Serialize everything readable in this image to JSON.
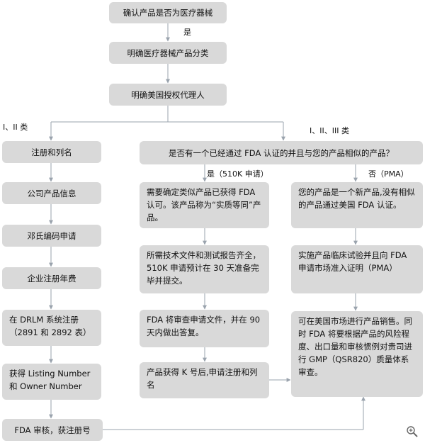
{
  "nodes": {
    "is_device": "确认产品是否为医疗器械",
    "classify": "明确医疗器械产品分类",
    "agent": "明确美国授权代理人",
    "register_list": "注册和列名",
    "question": "是否有一个已经通过 FDA 认证的并且与您的产品相似的产品？",
    "company_info": "公司产品信息",
    "duns": "邓氏编码申请",
    "annual_fee": "企业注册年费",
    "drlm": "在 DRLM 系统注册（2891 和 2892 表）",
    "listing": "获得 Listing Number 和 Owner Number",
    "fda_review": "FDA 审核，获注册号",
    "equiv": "需要确定类似产品已获得 FDA 认可。该产品称为“实质等同”产品。",
    "docs": "所需技术文件和测试报告齐全，510K 申请预计在 30 天准备完毕并提交。",
    "fda_90": "FDA 将审查申请文件，并在 90 天内做出答复。",
    "k_number": "产品获得 K 号后,申请注册和列名",
    "new_product": "您的产品是一个新产品,没有相似的产品通过美国 FDA 认证。",
    "clinical": "实施产品临床试验并且向 FDA 申请市场准入证明（PMA）",
    "market": "可在美国市场进行产品销售。同时 FDA 将要根据产品的风险程度、出口量和审核惯例对贵司进行 GMP（QSR820）质量体系审查。"
  },
  "labels": {
    "yes": "是",
    "class_1_2": "I、II 类",
    "class_1_2_3": "I、II、III 类",
    "yes_510k": "是（510K 申请）",
    "no_pma": "否（PMA）"
  },
  "colors": {
    "box": "#d9d9d9",
    "line": "#9aa3ad"
  },
  "icons": {
    "zoom": "magnifier-plus-icon"
  }
}
